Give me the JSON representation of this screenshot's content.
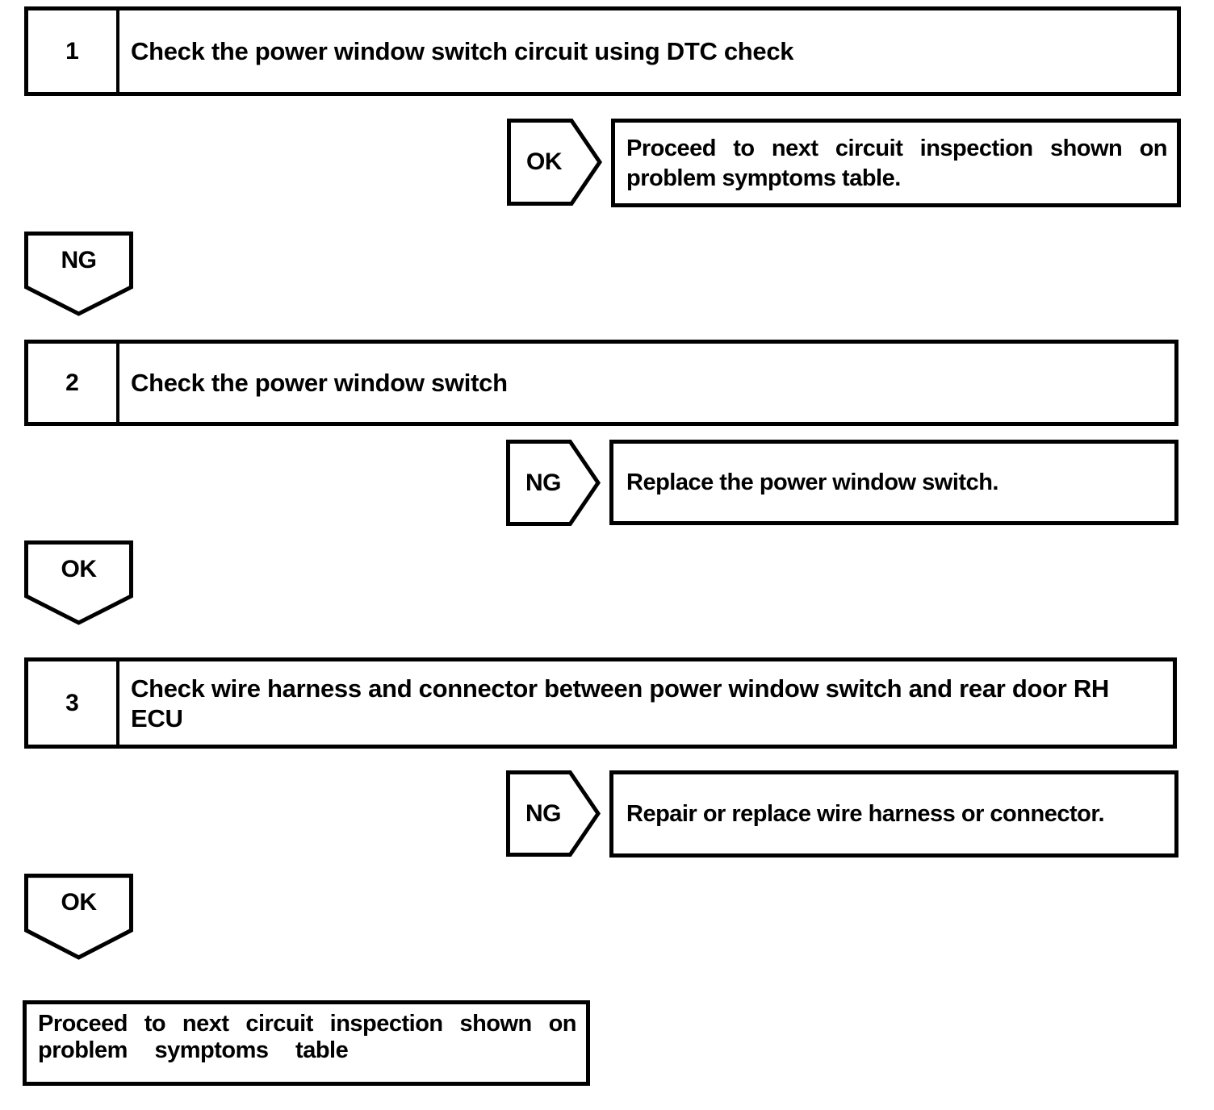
{
  "page": {
    "paper_color": "#ffffff",
    "ink_color": "#000000"
  },
  "flowchart": {
    "steps": [
      {
        "number": "1",
        "title": "Check the power window switch circuit using DTC check"
      },
      {
        "number": "2",
        "title": "Check the power window switch"
      },
      {
        "number": "3",
        "title": "Check wire harness and connector between power window switch and rear door RH ECU"
      }
    ],
    "branches": [
      {
        "tag": "OK",
        "result_line1": "Proceed to next circuit inspection shown on",
        "result_line2": "problem symptoms table."
      },
      {
        "tag": "NG",
        "result": "Replace the power window switch."
      },
      {
        "tag": "NG",
        "result": "Repair or replace wire harness or connector."
      }
    ],
    "connectors": [
      {
        "label": "NG"
      },
      {
        "label": "OK"
      },
      {
        "label": "OK"
      }
    ],
    "terminal": {
      "line1": "Proceed to next circuit inspection shown on",
      "line2": "problem symptoms table"
    }
  }
}
